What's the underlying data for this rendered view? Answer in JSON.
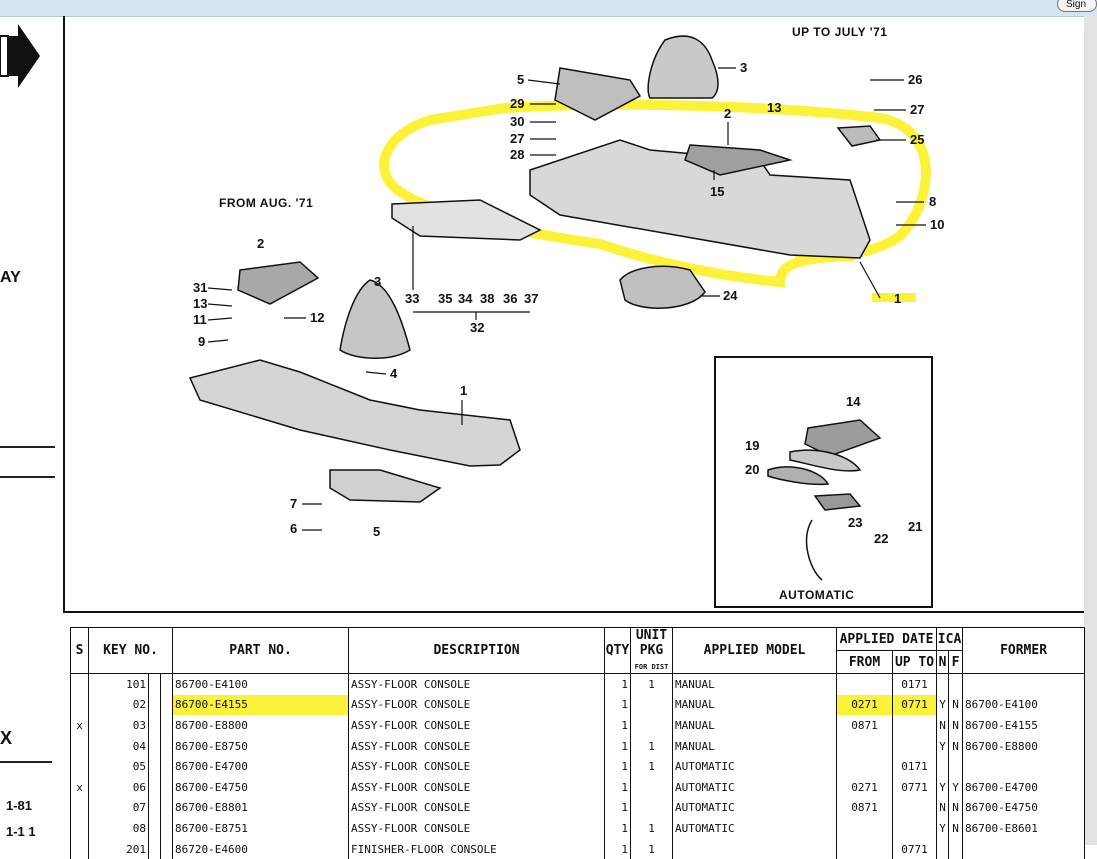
{
  "viewer": {
    "sign_label": "Sign"
  },
  "left_margin": {
    "bay_label": "AY",
    "x_label": "X",
    "page_a": "1-81",
    "page_b": "1-1 1"
  },
  "diagram": {
    "captions": {
      "up_to": "UP TO JULY '71",
      "from": "FROM AUG. '71",
      "automatic": "AUTOMATIC"
    },
    "callouts_upper": [
      "5",
      "3",
      "26",
      "29",
      "2",
      "13",
      "27",
      "30",
      "25",
      "27",
      "28",
      "15",
      "8",
      "10",
      "1",
      "24"
    ],
    "callouts_lower": [
      "2",
      "31",
      "13",
      "11",
      "12",
      "9",
      "3",
      "4",
      "1",
      "7",
      "6",
      "5",
      "33",
      "35",
      "34",
      "38",
      "36",
      "37",
      "32"
    ],
    "callouts_auto": [
      "14",
      "19",
      "20",
      "23",
      "22",
      "21"
    ],
    "highlight_color": "#fdf23a"
  },
  "table": {
    "headers": {
      "s": "S",
      "key_no": "KEY NO.",
      "part_no": "PART  NO.",
      "description": "DESCRIPTION",
      "qty": "QTY",
      "unit_pkg": "UNIT PKG",
      "unit_pkg_sub": "FOR DIST",
      "applied_model": "APPLIED MODEL",
      "applied_date": "APPLIED DATE",
      "from": "FROM",
      "up_to": "UP TO",
      "ica": "ICA",
      "n": "N",
      "f": "F",
      "former": "FORMER"
    },
    "rows": [
      {
        "s": "",
        "key": "101",
        "part": "86700-E4100",
        "desc": "ASSY-FLOOR CONSOLE",
        "qty": "1",
        "pkg": "1",
        "model": "MANUAL",
        "from": "",
        "upto": "0171",
        "n": "",
        "f": "",
        "former": ""
      },
      {
        "s": "",
        "key": "02",
        "part": "86700-E4155",
        "desc": "ASSY-FLOOR CONSOLE",
        "qty": "1",
        "pkg": "",
        "model": "MANUAL",
        "from": "0271",
        "upto": "0771",
        "n": "Y",
        "f": "N",
        "former": "86700-E4100"
      },
      {
        "s": "x",
        "key": "03",
        "part": "86700-E8800",
        "desc": "ASSY-FLOOR CONSOLE",
        "qty": "1",
        "pkg": "",
        "model": "MANUAL",
        "from": "0871",
        "upto": "",
        "n": "N",
        "f": "N",
        "former": "86700-E4155"
      },
      {
        "s": "",
        "key": "04",
        "part": "86700-E8750",
        "desc": "ASSY-FLOOR CONSOLE",
        "qty": "1",
        "pkg": "1",
        "model": "MANUAL",
        "from": "",
        "upto": "",
        "n": "Y",
        "f": "N",
        "former": "86700-E8800"
      },
      {
        "s": "",
        "key": "05",
        "part": "86700-E4700",
        "desc": "ASSY-FLOOR CONSOLE",
        "qty": "1",
        "pkg": "1",
        "model": "AUTOMATIC",
        "from": "",
        "upto": "0171",
        "n": "",
        "f": "",
        "former": ""
      },
      {
        "s": "x",
        "key": "06",
        "part": "86700-E4750",
        "desc": "ASSY-FLOOR CONSOLE",
        "qty": "1",
        "pkg": "",
        "model": "AUTOMATIC",
        "from": "0271",
        "upto": "0771",
        "n": "Y",
        "f": "Y",
        "former": "86700-E4700"
      },
      {
        "s": "",
        "key": "07",
        "part": "86700-E8801",
        "desc": "ASSY-FLOOR CONSOLE",
        "qty": "1",
        "pkg": "",
        "model": "AUTOMATIC",
        "from": "0871",
        "upto": "",
        "n": "N",
        "f": "N",
        "former": "86700-E4750"
      },
      {
        "s": "",
        "key": "08",
        "part": "86700-E8751",
        "desc": "ASSY-FLOOR CONSOLE",
        "qty": "1",
        "pkg": "1",
        "model": "AUTOMATIC",
        "from": "",
        "upto": "",
        "n": "Y",
        "f": "N",
        "former": "86700-E8601"
      },
      {
        "s": "",
        "key": "201",
        "part": "86720-E4600",
        "desc": "FINISHER-FLOOR CONSOLE",
        "qty": "1",
        "pkg": "1",
        "model": "",
        "from": "",
        "upto": "0771",
        "n": "",
        "f": "",
        "former": ""
      }
    ]
  }
}
